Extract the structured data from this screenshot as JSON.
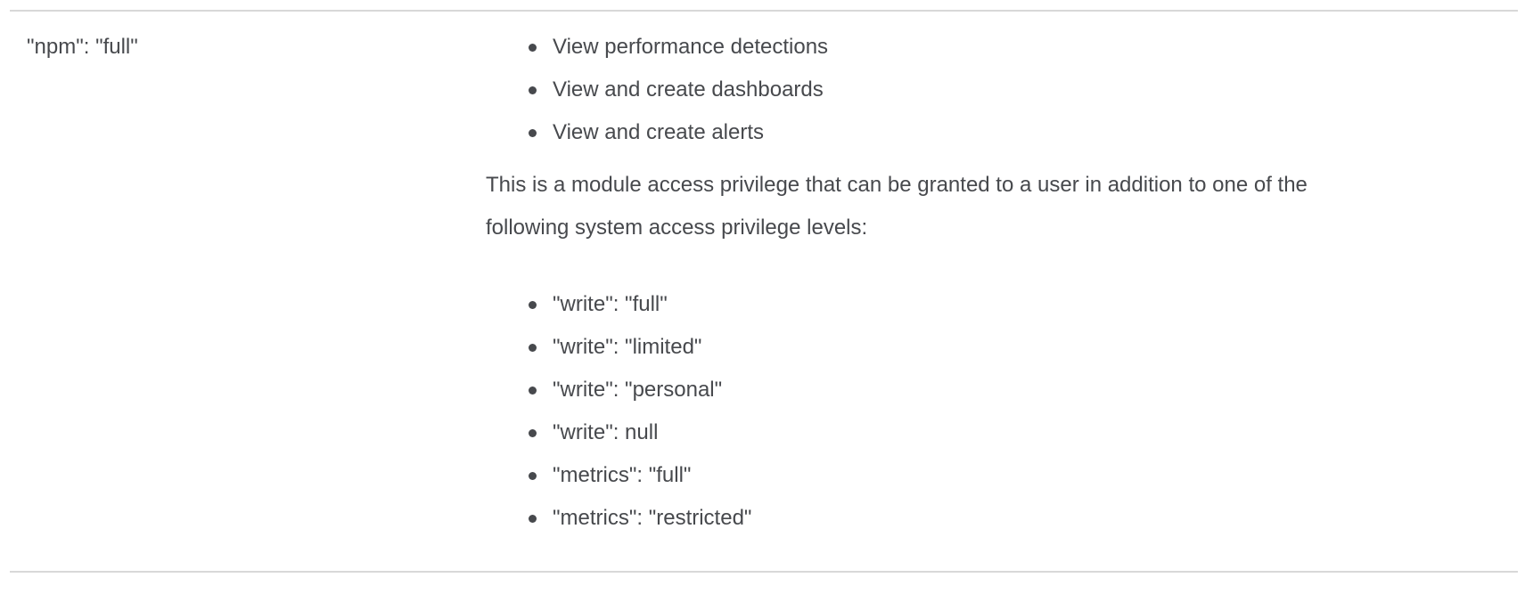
{
  "colors": {
    "text": "#47494d",
    "row_border": "#d8d8d8",
    "background": "#ffffff"
  },
  "privilege_row": {
    "privilege_value": "\"npm\": \"full\"",
    "description": {
      "allowed_actions": [
        "View performance detections",
        "View and create dashboards",
        "View and create alerts"
      ],
      "note_paragraph": "This is a module access privilege that can be granted to a user in addition to one of the following system access privilege levels:",
      "system_access_levels": [
        "\"write\": \"full\"",
        "\"write\": \"limited\"",
        "\"write\": \"personal\"",
        "\"write\": null",
        "\"metrics\": \"full\"",
        "\"metrics\": \"restricted\""
      ]
    }
  }
}
